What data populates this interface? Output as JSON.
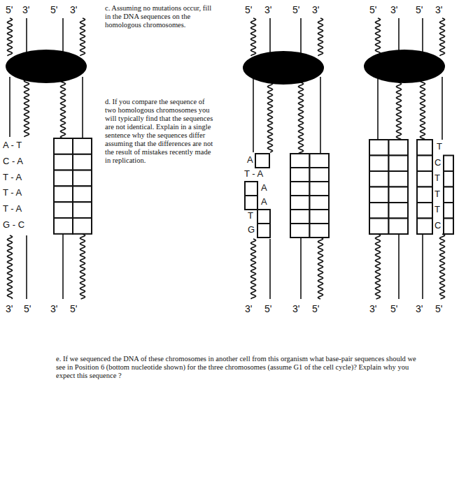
{
  "diagram": {
    "labels": [
      "5'",
      "3'",
      "5'",
      "3'",
      "c. Assuming no mutations occur, fill in the DNA sequences on the homologous chromosomes.",
      "5'",
      "3'",
      "5'",
      "3'",
      "5'",
      "3'",
      "5'",
      "3'",
      "d. If you compare the sequence of two homologous chromosomes you will typically find that the sequences are not identical. Explain in a single sentence why the sequences differ assuming that the differences are not the result of mistakes recently made in replication.",
      "A - T",
      "C - A",
      "T - A",
      "T - A",
      "T - A",
      "G - C",
      "A",
      "T - A",
      "A",
      "A",
      "T",
      "G",
      "T",
      "C",
      "T",
      "T",
      "T",
      "C",
      "3'",
      "5'",
      "3'",
      "5'",
      "3'",
      "5'",
      "3'",
      "5'",
      "3'",
      "5'",
      "3'",
      "5'",
      "e. If we sequenced the DNA of these chromosomes in another cell from this organism what base-pair sequences should we see in Position 6 (bottom nucleotide shown) for the three chromosomes (assume G1 of the cell cycle)? Explain why you expect this sequence ?"
    ]
  }
}
